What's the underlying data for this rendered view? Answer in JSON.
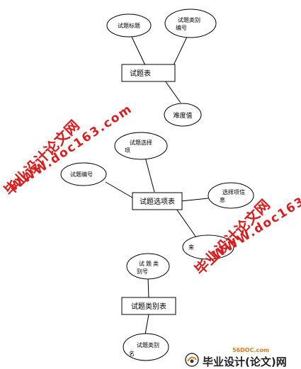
{
  "diagram": {
    "entities": [
      {
        "label": "试题表"
      },
      {
        "label": "试题选项表"
      },
      {
        "label": "试题类别表"
      }
    ],
    "attributes": [
      {
        "lines": [
          "试题标题"
        ]
      },
      {
        "lines": [
          "试题类别",
          "编号"
        ]
      },
      {
        "lines": [
          "难度值"
        ]
      },
      {
        "lines": [
          "试题选择",
          "项"
        ]
      },
      {
        "lines": [
          "试题编号"
        ]
      },
      {
        "lines": [
          "选择项信",
          "息"
        ]
      },
      {
        "lines": [
          "来"
        ]
      },
      {
        "lines": [
          "试题类",
          "别号"
        ]
      },
      {
        "lines": [
          "试题类别",
          "名"
        ]
      }
    ]
  },
  "watermarks": {
    "cn": "毕业设计论文网",
    "url": "WWW.doc163.com"
  },
  "logo": {
    "site": "56DOC.com",
    "brand": "毕业设计(论文)网"
  },
  "colors": {
    "line": "#000000",
    "watermark": "#d81e1e"
  }
}
